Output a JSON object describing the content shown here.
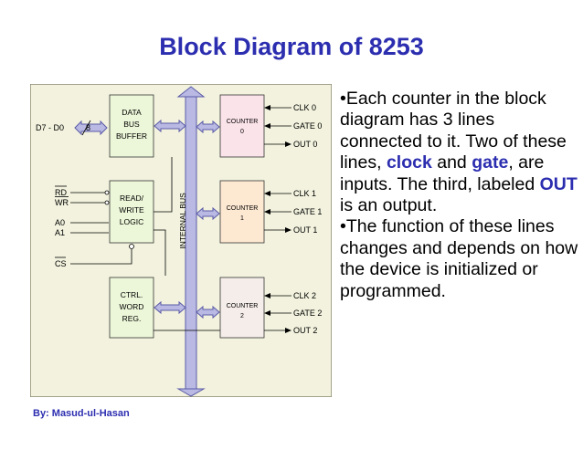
{
  "title": "Block Diagram of 8253",
  "diagram": {
    "data_bus_label": "D7 - D0",
    "bus_width": "8",
    "data_bus_buffer": [
      "DATA",
      "BUS",
      "BUFFER"
    ],
    "read_write_logic": [
      "READ/",
      "WRITE",
      "LOGIC"
    ],
    "control_word_register": [
      "CTRL.",
      "WORD",
      "REG."
    ],
    "internal_bus": "INTERNAL BUS",
    "control_inputs": [
      "RD",
      "WR",
      "A0",
      "A1",
      "CS"
    ],
    "counters": [
      {
        "name": "COUNTER",
        "index": "0",
        "clk": "CLK 0",
        "gate": "GATE 0",
        "out": "OUT 0",
        "fill": "#fbe3ea"
      },
      {
        "name": "COUNTER",
        "index": "1",
        "clk": "CLK 1",
        "gate": "GATE 1",
        "out": "OUT 1",
        "fill": "#fde8d2"
      },
      {
        "name": "COUNTER",
        "index": "2",
        "clk": "CLK 2",
        "gate": "GATE 2",
        "out": "OUT 2",
        "fill": "#f5ede9"
      }
    ],
    "colors": {
      "background": "#f2f2de",
      "block": "#ecf6d8",
      "bus": "#b9b9e3",
      "bus_outline": "#5a5aa8",
      "frame": "#8a8a70"
    }
  },
  "bullets": {
    "p1_before": "•Each counter in the block diagram has 3 lines connected to it. Two of these lines, ",
    "p1_clock": "clock",
    "p1_and": " and ",
    "p1_gate": "gate",
    "p1_middle": ", are inputs. The third, labeled ",
    "p1_out": "OUT",
    "p1_after": " is an output.",
    "p2": "•The function of these lines changes and depends on how the device is initialized or programmed."
  },
  "byline": "By: Masud-ul-Hasan",
  "accent_color": "#2c2eb0"
}
